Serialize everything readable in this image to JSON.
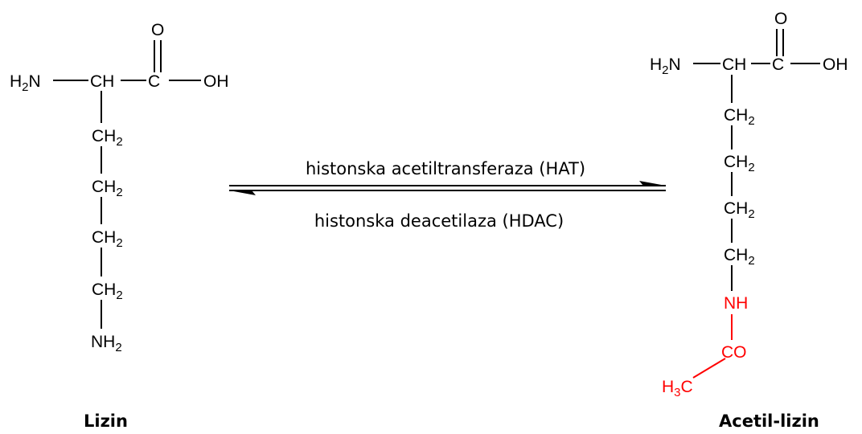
{
  "colors": {
    "structure": "#000000",
    "acetyl": "#ff0000"
  },
  "lysine": {
    "name": "Lizin",
    "oxygen": "O",
    "amine": {
      "base": "H",
      "sub": "2",
      "tail": "N"
    },
    "alpha": "CH",
    "carbonyl_c": "C",
    "hydroxyl": "OH",
    "chain": {
      "base": "CH",
      "sub": "2"
    },
    "terminal": {
      "base": "NH",
      "sub": "2"
    }
  },
  "acetyllysine": {
    "name": "Acetil-lizin",
    "oxygen": "O",
    "amine": {
      "base": "H",
      "sub": "2",
      "tail": "N"
    },
    "alpha": "CH",
    "carbonyl_c": "C",
    "hydroxyl": "OH",
    "chain": {
      "base": "CH",
      "sub": "2"
    },
    "amide_nh": "NH",
    "carbonyl": "CO",
    "methyl": {
      "base": "H",
      "sub": "3",
      "tail": "C"
    }
  },
  "reaction": {
    "forward_enzyme": "histonska acetiltransferaza (HAT)",
    "reverse_enzyme": "histonska deacetilaza (HDAC)"
  }
}
